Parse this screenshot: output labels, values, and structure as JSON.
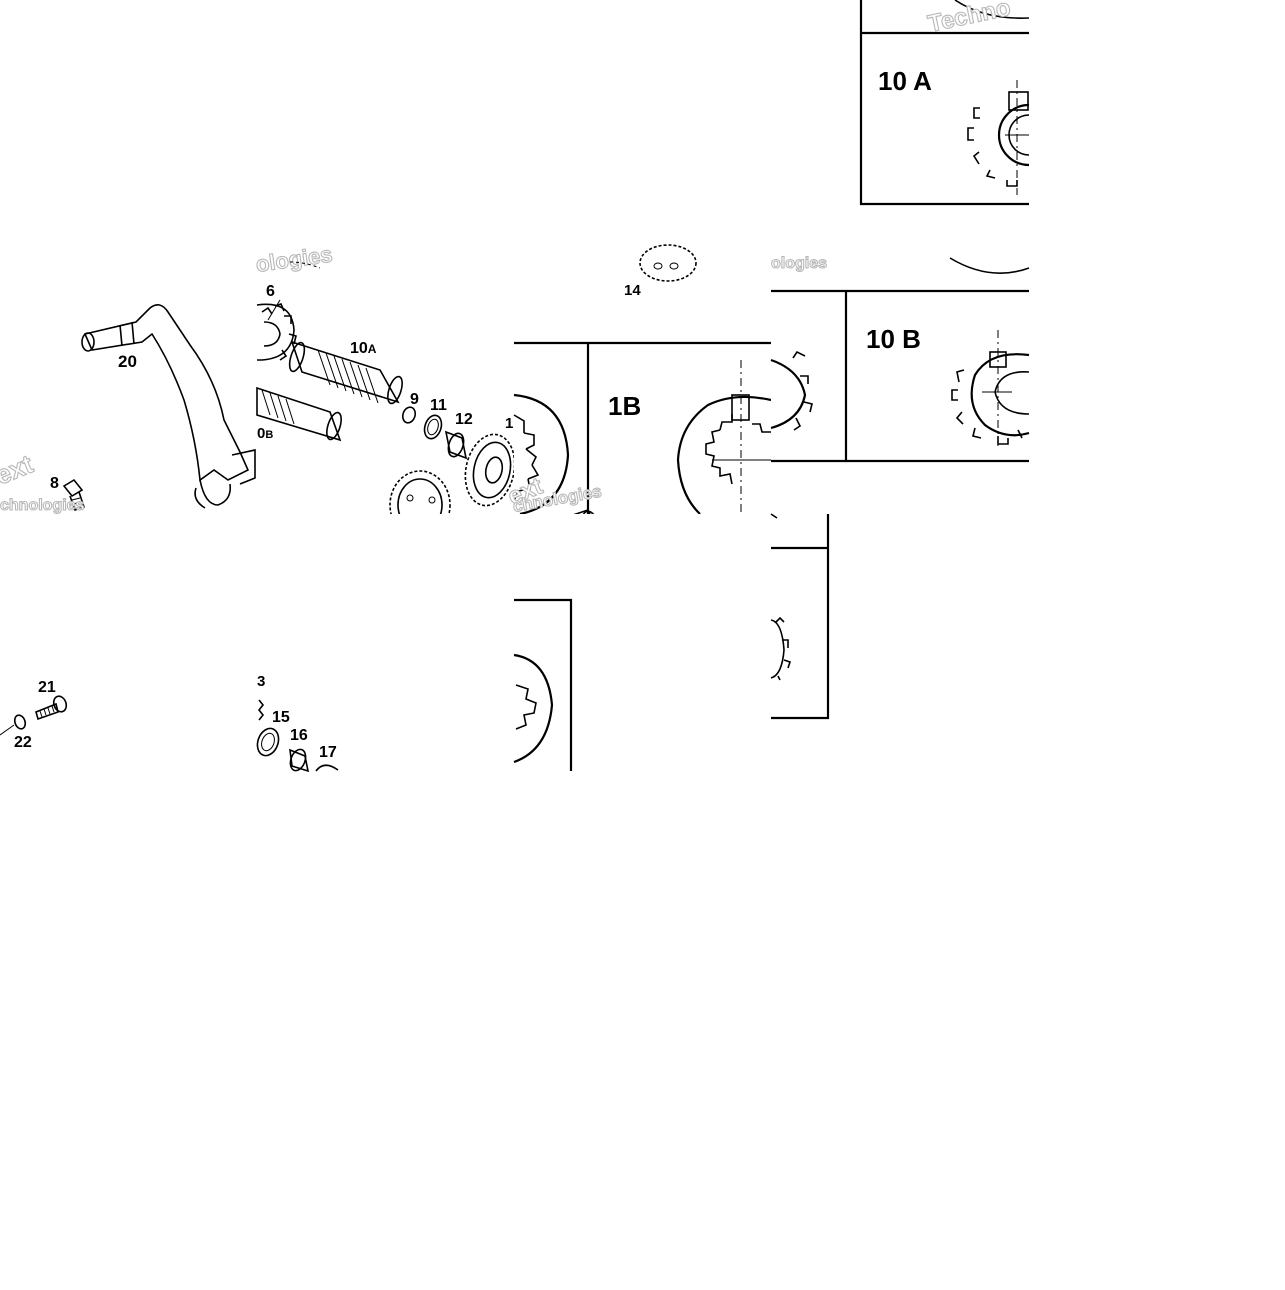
{
  "diagram": {
    "callouts": {
      "c20": "20",
      "c8": "8",
      "c6": "6",
      "c10a": "10",
      "c10a_suffix": "A",
      "c10b": "0",
      "c10b_suffix": "B",
      "c9": "9",
      "c11": "11",
      "c12": "12",
      "c1x": "1",
      "c14": "14",
      "c21": "21",
      "c22": "22",
      "c3": "3",
      "c15": "15",
      "c16": "16",
      "c17": "17"
    },
    "detail_labels": {
      "d10a_top": "10 A",
      "d1b": "1B",
      "d10b": "10 B"
    },
    "watermarks": {
      "w1": "Techno",
      "w2": "ext",
      "w3": "chnologies",
      "w4": "ologies",
      "w5": "ext",
      "w6": "chnologies",
      "w7": "ologies"
    }
  }
}
